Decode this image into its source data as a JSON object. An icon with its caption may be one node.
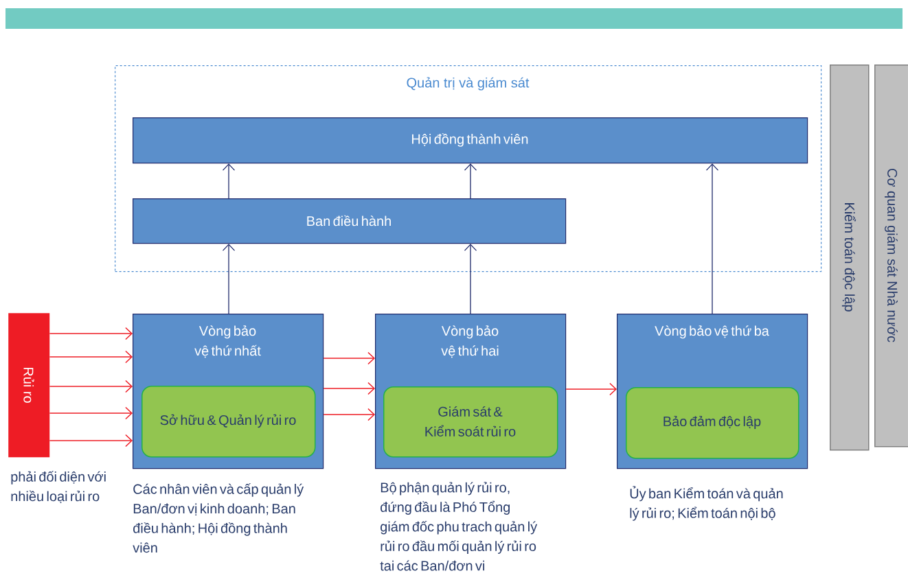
{
  "diagram": {
    "nodes": [
      {
        "text": [
          "Quản trị và giám sát"
        ]
      },
      {
        "text": [
          "Hội đồng thành viên"
        ],
        "in": 0
      },
      {
        "text": [
          "Ban điều hành"
        ],
        "in": 0
      },
      {
        "text": [
          "Rủi ro"
        ],
        "beside": [
          "phải đối diện với nhiều loại rủi ro"
        ]
      },
      {
        "text": [
          "Vòng bảo vệ thứ nhất"
        ],
        "beside": [
          "Các nhân viên và cấp quản lý Ban/đơn vị kinh doanh; Ban điều hành; Hội đồng thành viên"
        ]
      },
      {
        "text": [
          "Sở hữu & Quản lý rủi ro"
        ],
        "in": 4
      },
      {
        "text": [
          "Vòng bảo vệ thứ hai"
        ],
        "beside": [
          "Bộ phận quản lý rủi ro, đứng đầu là Phó Tổng giám đốc phu trach quản lý rủi ro đầu mối quản lý rủi ro tai các Ban/đơn vi"
        ]
      },
      {
        "text": [
          "Giám sát & Kiểm soát rủi ro"
        ],
        "in": 6
      },
      {
        "text": [
          "Vòng bảo vệ thứ ba"
        ],
        "beside": [
          "Ủy ban Kiểm toán và quản lý rủi ro; Kiểm toán nội bộ"
        ]
      },
      {
        "text": [
          "Bảo đảm độc lập"
        ],
        "in": 8
      },
      {
        "text": [
          "Kiểm toán độc lập"
        ]
      },
      {
        "text": [
          "Cơ quan giám sát Nhà nước"
        ]
      }
    ],
    "edges": [
      {
        "from": 2,
        "to": 1,
        "arrow": "to",
        "color": "#1f2a6b"
      },
      {
        "from": 2,
        "to": 1,
        "arrow": "to",
        "color": "#1f2a6b"
      },
      {
        "from": 4,
        "to": 2,
        "arrow": "to",
        "color": "#1f2a6b"
      },
      {
        "from": 6,
        "to": 2,
        "arrow": "to",
        "color": "#1f2a6b"
      },
      {
        "from": 8,
        "to": 1,
        "arrow": "to",
        "color": "#1f2a6b"
      },
      {
        "from": 3,
        "to": 4,
        "arrow": "to"
      },
      {
        "from": 3,
        "to": 4,
        "arrow": "to"
      },
      {
        "from": 3,
        "to": 4,
        "arrow": "to"
      },
      {
        "from": 3,
        "to": 4,
        "arrow": "to"
      },
      {
        "from": 3,
        "to": 4,
        "arrow": "to"
      },
      {
        "from": 4,
        "to": 6,
        "arrow": "to"
      },
      {
        "from": 4,
        "to": 6,
        "arrow": "to"
      },
      {
        "from": 4,
        "to": 6,
        "arrow": "to"
      },
      {
        "from": 6,
        "to": 8,
        "arrow": "to"
      }
    ]
  }
}
